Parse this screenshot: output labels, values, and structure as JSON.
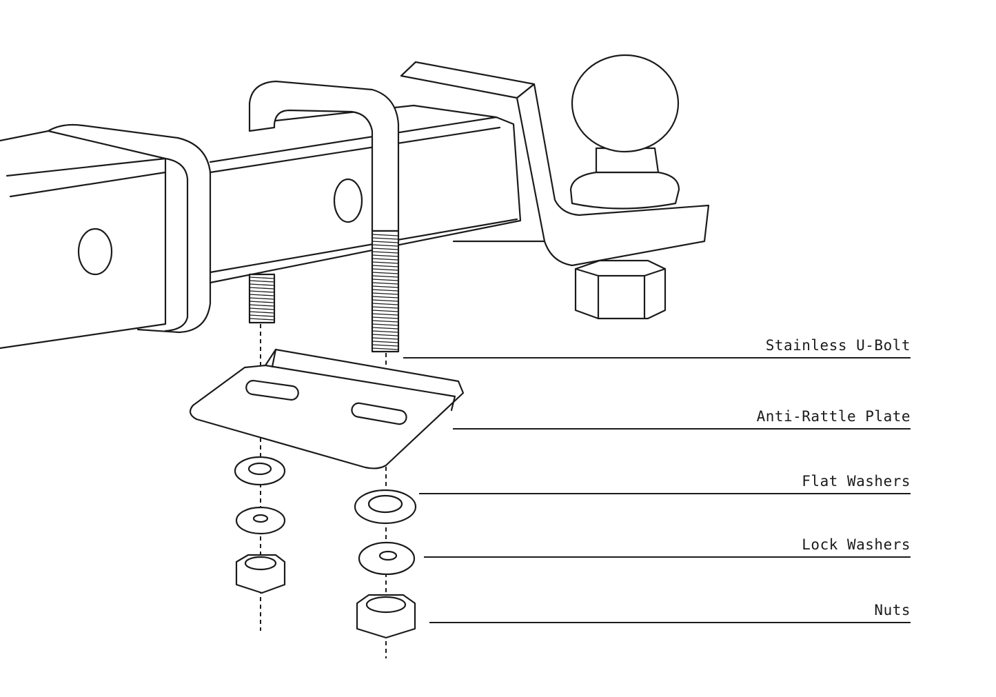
{
  "labels": {
    "u_bolt": "Stainless U-Bolt",
    "plate": "Anti-Rattle Plate",
    "flat_washers": "Flat Washers",
    "lock_washers": "Lock Washers",
    "nuts": "Nuts"
  },
  "colors": {
    "line": "#1a1a1a",
    "background": "#ffffff"
  }
}
